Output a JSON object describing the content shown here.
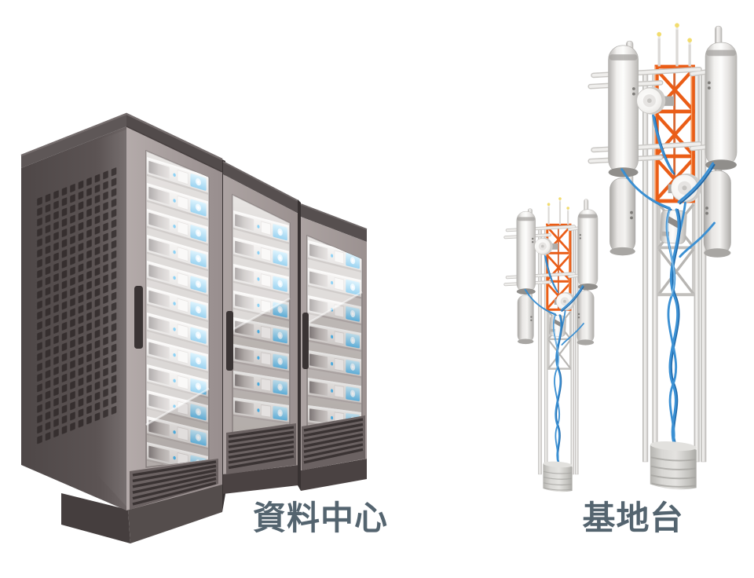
{
  "page": {
    "background": "#FFFFFF"
  },
  "labels": {
    "data_center": "資料中心",
    "base_station": "基地台"
  },
  "palette": {
    "label-color": "#54646F",
    "truss-orange": "#EA5D17",
    "truss-orange-light": "#F8A770",
    "cable-blue": "#3B90D3",
    "cable-blue-dark": "#2068A8",
    "cable-blue-light": "#8FC4EA",
    "led-blue": "#49B6EF",
    "whip-yellow": "#F2DC6E",
    "rack-body": "#A59C9B",
    "rack-dark": "#575050"
  },
  "illustrations": {
    "server_racks": {
      "name": "data-center-server-racks",
      "rack_count": 3
    },
    "cell_towers": {
      "name": "base-station-towers",
      "tower_count": 2
    }
  }
}
